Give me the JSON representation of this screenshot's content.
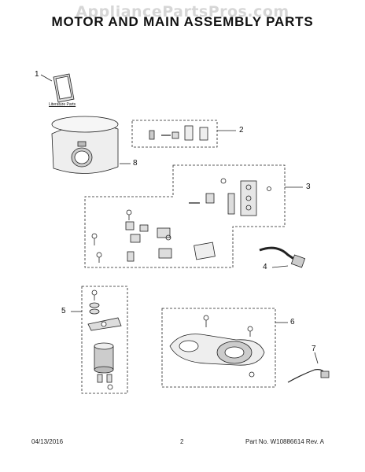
{
  "watermark": "AppliancePartsPros.com",
  "title": "MOTOR AND MAIN ASSEMBLY PARTS",
  "literature_label": "Literature Parts",
  "callouts": [
    "1",
    "2",
    "3",
    "4",
    "5",
    "6",
    "7",
    "8"
  ],
  "footer": {
    "date": "04/13/2016",
    "page": "2",
    "part_no": "Part No. W10886614  Rev. A"
  },
  "colors": {
    "line": "#222222",
    "fill_light": "#e8e8e8",
    "fill_mid": "#bdbdbd",
    "watermark": "#d6d6d6"
  }
}
